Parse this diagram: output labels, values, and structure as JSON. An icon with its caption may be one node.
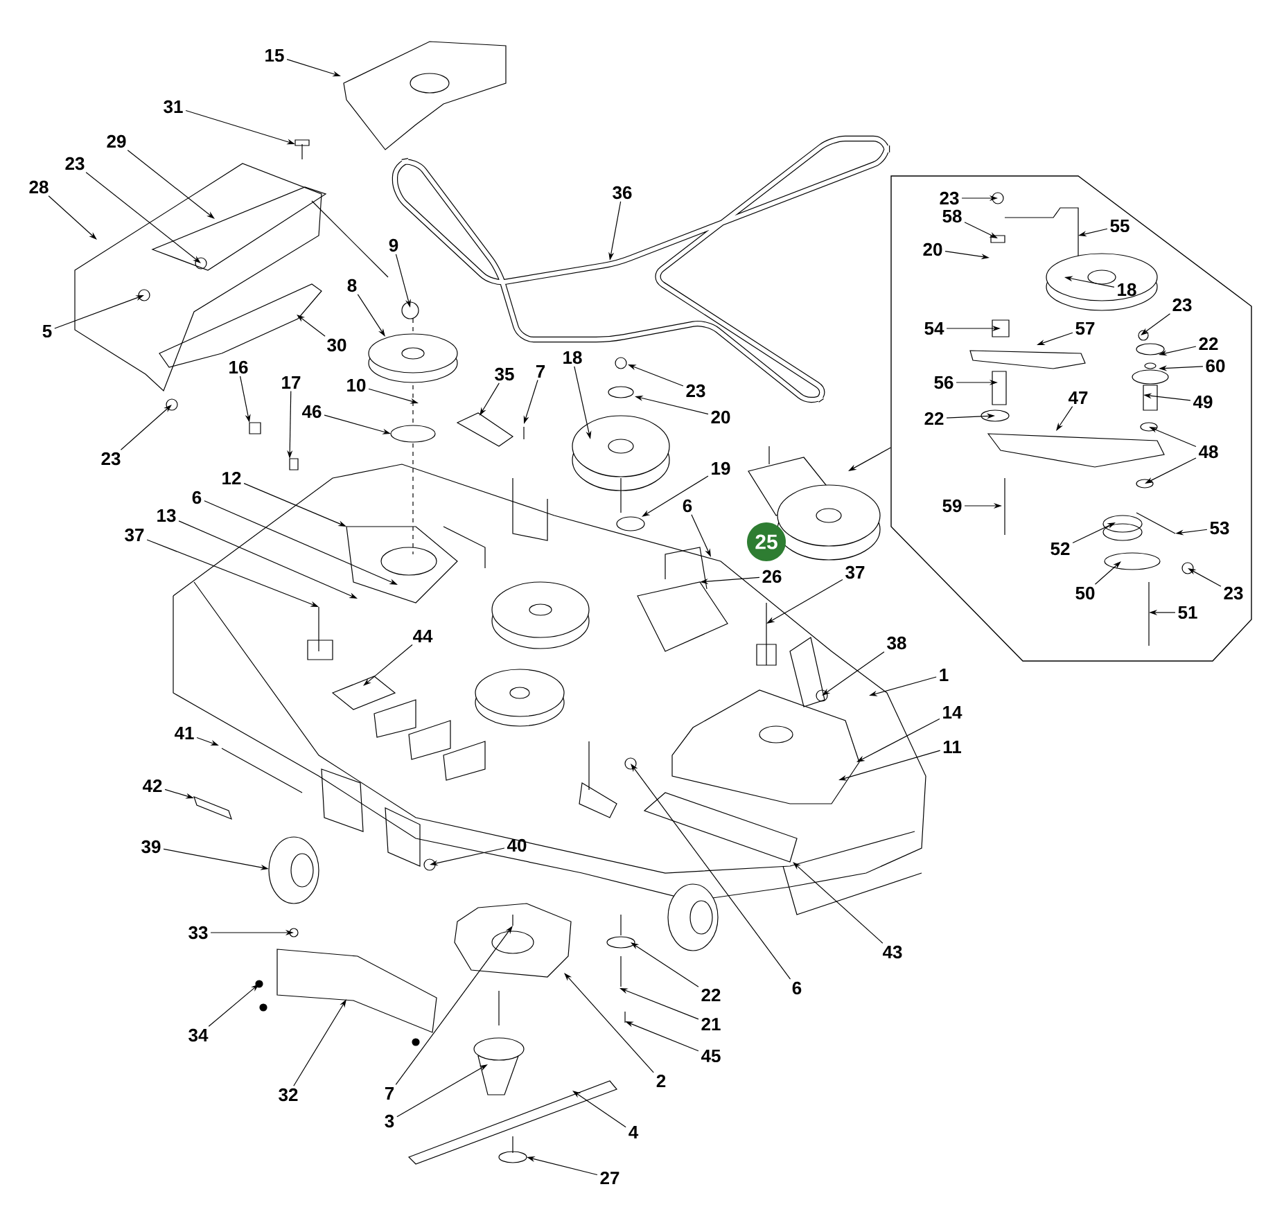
{
  "diagram": {
    "nodes": [
      {
        "text": [
          "15"
        ]
      },
      {
        "text": [
          "31"
        ]
      },
      {
        "text": [
          "29"
        ]
      },
      {
        "text": [
          "23"
        ]
      },
      {
        "text": [
          "36"
        ]
      },
      {
        "text": [
          "28"
        ]
      },
      {
        "text": [
          "9"
        ]
      },
      {
        "text": [
          "8"
        ]
      },
      {
        "text": [
          "5"
        ]
      },
      {
        "text": [
          "30"
        ]
      },
      {
        "text": [
          "16"
        ]
      },
      {
        "text": [
          "35"
        ]
      },
      {
        "text": [
          "7"
        ]
      },
      {
        "text": [
          "18"
        ]
      },
      {
        "text": [
          "10"
        ]
      },
      {
        "text": [
          "17"
        ]
      },
      {
        "text": [
          "23"
        ]
      },
      {
        "text": [
          "46"
        ]
      },
      {
        "text": [
          "20"
        ]
      },
      {
        "text": [
          "23"
        ]
      },
      {
        "text": [
          "19"
        ]
      },
      {
        "text": [
          "12"
        ]
      },
      {
        "text": [
          "6"
        ]
      },
      {
        "text": [
          "6"
        ]
      },
      {
        "text": [
          "13"
        ]
      },
      {
        "text": [
          "37"
        ]
      },
      {
        "text": [
          "25"
        ]
      },
      {
        "text": [
          "26"
        ]
      },
      {
        "text": [
          "37"
        ]
      },
      {
        "text": [
          "44"
        ]
      },
      {
        "text": [
          "38"
        ]
      },
      {
        "text": [
          "1"
        ]
      },
      {
        "text": [
          "14"
        ]
      },
      {
        "text": [
          "41"
        ]
      },
      {
        "text": [
          "11"
        ]
      },
      {
        "text": [
          "42"
        ]
      },
      {
        "text": [
          "40"
        ]
      },
      {
        "text": [
          "39"
        ]
      },
      {
        "text": [
          "33"
        ]
      },
      {
        "text": [
          "43"
        ]
      },
      {
        "text": [
          "6"
        ]
      },
      {
        "text": [
          "22"
        ]
      },
      {
        "text": [
          "21"
        ]
      },
      {
        "text": [
          "34"
        ]
      },
      {
        "text": [
          "45"
        ]
      },
      {
        "text": [
          "2"
        ]
      },
      {
        "text": [
          "32"
        ]
      },
      {
        "text": [
          "7"
        ]
      },
      {
        "text": [
          "3"
        ]
      },
      {
        "text": [
          "4"
        ]
      },
      {
        "text": [
          "27"
        ]
      },
      {
        "text": [],
        "shape": "octagon"
      },
      {
        "text": [
          "23"
        ],
        "in": 51
      },
      {
        "text": [
          "58"
        ],
        "in": 51
      },
      {
        "text": [
          "55"
        ],
        "in": 51
      },
      {
        "text": [
          "20"
        ],
        "in": 51
      },
      {
        "text": [
          "18"
        ],
        "in": 51
      },
      {
        "text": [
          "23"
        ],
        "in": 51
      },
      {
        "text": [
          "57"
        ],
        "in": 51
      },
      {
        "text": [
          "54"
        ],
        "in": 51
      },
      {
        "text": [
          "22"
        ],
        "in": 51
      },
      {
        "text": [
          "60"
        ],
        "in": 51
      },
      {
        "text": [
          "56"
        ],
        "in": 51
      },
      {
        "text": [
          "49"
        ],
        "in": 51
      },
      {
        "text": [
          "47"
        ],
        "in": 51
      },
      {
        "text": [
          "22"
        ],
        "in": 51
      },
      {
        "text": [
          "48"
        ],
        "in": 51
      },
      {
        "text": [
          "59"
        ],
        "in": 51
      },
      {
        "text": [
          "53"
        ],
        "in": 51
      },
      {
        "text": [
          "52"
        ],
        "in": 51
      },
      {
        "text": [
          "23"
        ],
        "in": 51
      },
      {
        "text": [
          "50"
        ],
        "in": 51
      },
      {
        "text": [
          "51"
        ],
        "in": 51
      }
    ],
    "edges": [
      {
        "from": 0,
        "to": null,
        "arrow": "to"
      },
      {
        "from": 1,
        "to": null,
        "arrow": "to"
      },
      {
        "from": 2,
        "to": null,
        "arrow": "to"
      },
      {
        "from": 3,
        "to": null,
        "arrow": "to"
      },
      {
        "from": 4,
        "to": null,
        "arrow": "to"
      },
      {
        "from": 5,
        "to": null,
        "arrow": "to"
      },
      {
        "from": 6,
        "to": null,
        "arrow": "to"
      },
      {
        "from": 7,
        "to": null,
        "arrow": "to"
      },
      {
        "from": 8,
        "to": null,
        "arrow": "to"
      },
      {
        "from": 9,
        "to": null,
        "arrow": "to"
      },
      {
        "from": 10,
        "to": null,
        "arrow": "to"
      },
      {
        "from": 11,
        "to": null,
        "arrow": "to"
      },
      {
        "from": 12,
        "to": null,
        "arrow": "to"
      },
      {
        "from": 13,
        "to": null,
        "arrow": "to"
      },
      {
        "from": 14,
        "to": null,
        "arrow": "to"
      },
      {
        "from": 15,
        "to": null,
        "arrow": "to"
      },
      {
        "from": 16,
        "to": null,
        "arrow": "to"
      },
      {
        "from": 17,
        "to": null,
        "arrow": "to"
      },
      {
        "from": 18,
        "to": null,
        "arrow": "to"
      },
      {
        "from": 19,
        "to": null,
        "arrow": "to"
      },
      {
        "from": 20,
        "to": null,
        "arrow": "to"
      },
      {
        "from": 21,
        "to": null,
        "arrow": "to"
      },
      {
        "from": 22,
        "to": null,
        "arrow": "to"
      },
      {
        "from": 23,
        "to": null,
        "arrow": "to"
      },
      {
        "from": 24,
        "to": null,
        "arrow": "to"
      },
      {
        "from": 25,
        "to": null,
        "arrow": "to"
      },
      {
        "from": 27,
        "to": null,
        "arrow": "to"
      },
      {
        "from": 28,
        "to": null,
        "arrow": "to"
      },
      {
        "from": 29,
        "to": null,
        "arrow": "to"
      },
      {
        "from": 30,
        "to": null,
        "arrow": "to"
      },
      {
        "from": 31,
        "to": null,
        "arrow": "to"
      },
      {
        "from": 32,
        "to": null,
        "arrow": "to"
      },
      {
        "from": 33,
        "to": null,
        "arrow": "to"
      },
      {
        "from": 34,
        "to": null,
        "arrow": "to"
      },
      {
        "from": 35,
        "to": null,
        "arrow": "to"
      },
      {
        "from": 36,
        "to": null,
        "arrow": "to"
      },
      {
        "from": 37,
        "to": null,
        "arrow": "to"
      },
      {
        "from": 38,
        "to": null,
        "arrow": "to"
      },
      {
        "from": 39,
        "to": null,
        "arrow": "to"
      },
      {
        "from": 40,
        "to": null,
        "arrow": "to"
      },
      {
        "from": 41,
        "to": null,
        "arrow": "to"
      },
      {
        "from": 42,
        "to": null,
        "arrow": "to"
      },
      {
        "from": 43,
        "to": null,
        "arrow": "to"
      },
      {
        "from": 44,
        "to": null,
        "arrow": "to"
      },
      {
        "from": 45,
        "to": null,
        "arrow": "to"
      },
      {
        "from": 46,
        "to": null,
        "arrow": "to"
      },
      {
        "from": 47,
        "to": null,
        "arrow": "to"
      },
      {
        "from": 48,
        "to": null,
        "arrow": "to"
      },
      {
        "from": 49,
        "to": null,
        "arrow": "to"
      },
      {
        "from": 50,
        "to": null,
        "arrow": "to"
      },
      {
        "from": 51,
        "to": null,
        "arrow": "to"
      },
      {
        "from": 52,
        "to": null,
        "arrow": "to"
      },
      {
        "from": 53,
        "to": null,
        "arrow": "to"
      },
      {
        "from": 54,
        "to": null,
        "arrow": "to"
      },
      {
        "from": 55,
        "to": null,
        "arrow": "to"
      },
      {
        "from": 56,
        "to": null,
        "arrow": "to"
      },
      {
        "from": 57,
        "to": null,
        "arrow": "to"
      },
      {
        "from": 58,
        "to": null,
        "arrow": "to"
      },
      {
        "from": 59,
        "to": null,
        "arrow": "to"
      },
      {
        "from": 60,
        "to": null,
        "arrow": "to"
      },
      {
        "from": 61,
        "to": null,
        "arrow": "to"
      },
      {
        "from": 62,
        "to": null,
        "arrow": "to"
      },
      {
        "from": 63,
        "to": null,
        "arrow": "to"
      },
      {
        "from": 64,
        "to": null,
        "arrow": "to"
      },
      {
        "from": 65,
        "to": null,
        "arrow": "to"
      },
      {
        "from": 66,
        "to": null,
        "arrow": "to"
      },
      {
        "from": 66,
        "to": null,
        "arrow": "to"
      },
      {
        "from": 67,
        "to": null,
        "arrow": "to"
      },
      {
        "from": 68,
        "to": null,
        "arrow": "to"
      },
      {
        "from": 69,
        "to": null,
        "arrow": "to"
      },
      {
        "from": 70,
        "to": null,
        "arrow": "to"
      },
      {
        "from": 71,
        "to": null,
        "arrow": "to"
      },
      {
        "from": 72,
        "to": null,
        "arrow": "to"
      }
    ]
  }
}
